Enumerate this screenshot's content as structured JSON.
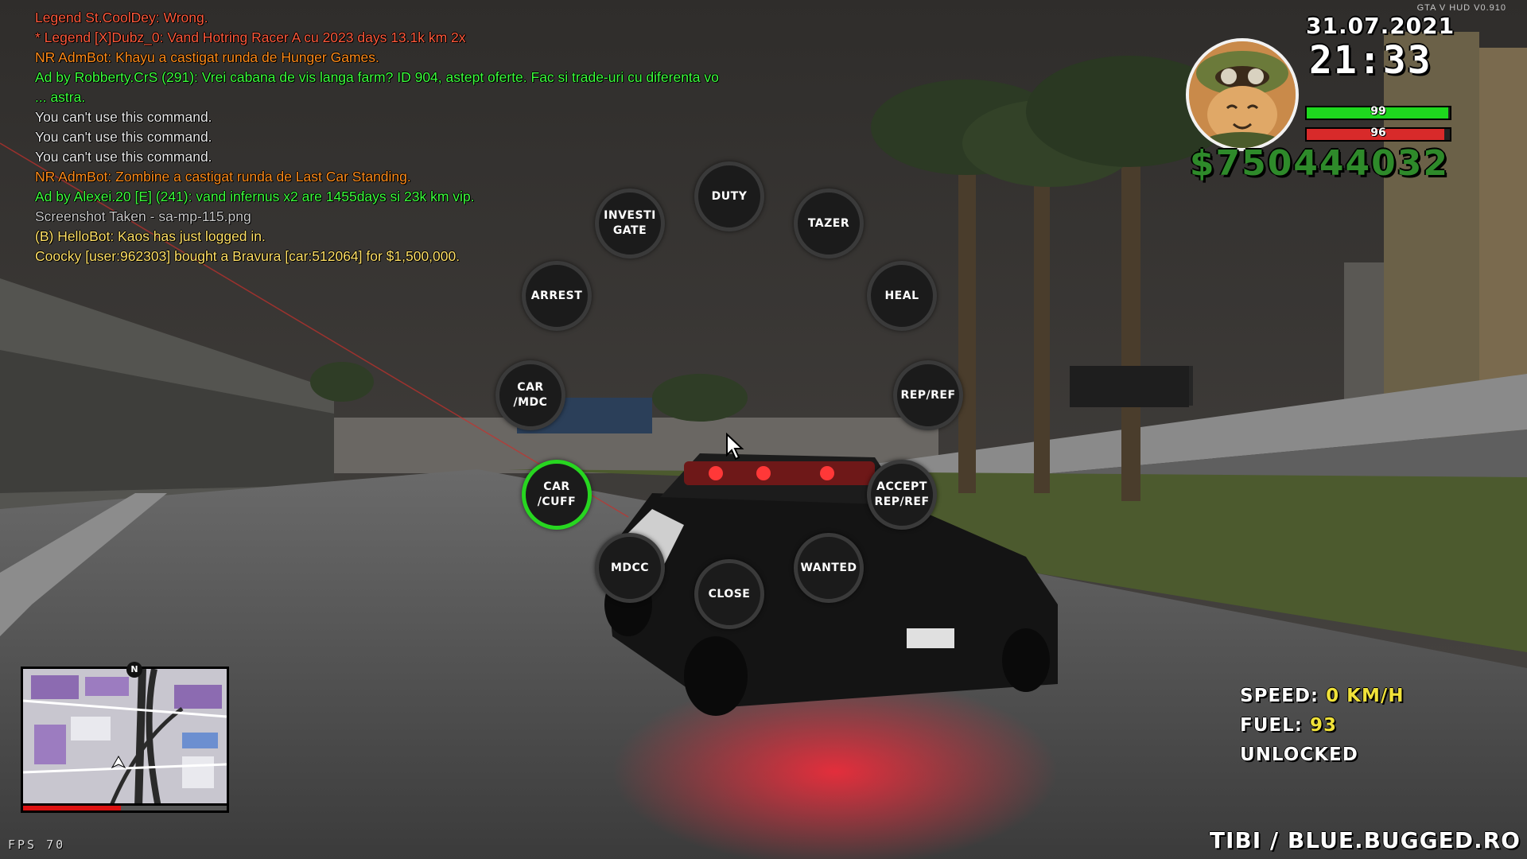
{
  "hud": {
    "version": "GTA V HUD V0.910",
    "date": "31.07.2021",
    "time": "21:33",
    "health": {
      "label": "99",
      "fill": 0.99,
      "color": "#1ed81e"
    },
    "armor": {
      "label": "96",
      "fill": 0.96,
      "color": "#d82a2a"
    },
    "money": "$750444032"
  },
  "chat": [
    {
      "text": "Legend St.CoolDey: Wrong.",
      "color": "#ff5a3c"
    },
    {
      "text": "* Legend [X]Dubz_0: Vand Hotring Racer A cu 2023 days 13.1k km 2x",
      "color": "#ff5a3c"
    },
    {
      "text": "NR AdmBot: Khayu a castigat runda de Hunger Games.",
      "color": "#ff8c1a"
    },
    {
      "text": "Ad by Robberty.CrS (291): Vrei cabana de vis langa farm? ID 904, astept oferte. Fac si trade-uri cu diferenta vo",
      "color": "#3dff3d"
    },
    {
      "text": "... astra.",
      "color": "#3dff3d"
    },
    {
      "text": "You can't use this command.",
      "color": "#e8e8e8"
    },
    {
      "text": "You can't use this command.",
      "color": "#e8e8e8"
    },
    {
      "text": "You can't use this command.",
      "color": "#e8e8e8"
    },
    {
      "text": "NR AdmBot: Zombine a castigat runda de Last Car Standing.",
      "color": "#ff8c1a"
    },
    {
      "text": "Ad by Alexei.20 [E] (241): vand infernus x2 are 1455days si 23k km vip.",
      "color": "#3dff3d"
    },
    {
      "text": "Screenshot Taken - sa-mp-115.png",
      "color": "#c8c8c8"
    },
    {
      "text": "(B) HelloBot: Kaos has just logged in.",
      "color": "#ffe066"
    },
    {
      "text": "Coocky [user:962303] bought a Bravura [car:512064] for $1,500,000.",
      "color": "#ffe066"
    }
  ],
  "radial_menu": [
    {
      "id": "duty",
      "label": "DUTY",
      "active": false
    },
    {
      "id": "tazer",
      "label": "TAZER",
      "active": false
    },
    {
      "id": "heal",
      "label": "HEAL",
      "active": false
    },
    {
      "id": "rep-ref",
      "label": "REP/REF",
      "active": false
    },
    {
      "id": "accept-rep-ref",
      "label": "ACCEPT\nREP/REF",
      "active": false
    },
    {
      "id": "wanted",
      "label": "WANTED",
      "active": false
    },
    {
      "id": "close",
      "label": "CLOSE",
      "active": false
    },
    {
      "id": "mdcc",
      "label": "MDCC",
      "active": false
    },
    {
      "id": "car-cuff",
      "label": "CAR\n/CUFF",
      "active": true
    },
    {
      "id": "car-mdc",
      "label": "CAR\n/MDC",
      "active": false
    },
    {
      "id": "arrest",
      "label": "ARREST",
      "active": false
    },
    {
      "id": "investigate",
      "label": "INVESTI\nGATE",
      "active": false
    }
  ],
  "minimap": {
    "north_label": "N",
    "health_fill": 0.48
  },
  "fps": "FPS 70",
  "vehicle": {
    "speed_label": "SPEED:",
    "speed_value": "0 KM/H",
    "fuel_label": "FUEL:",
    "fuel_value": "93",
    "lock_status": "UNLOCKED"
  },
  "server": "TIBI / BLUE.BUGGED.RO",
  "colors": {
    "active_ring": "#27d620",
    "money": "#2e8a2a",
    "vehicle_value": "#f0e23a"
  }
}
